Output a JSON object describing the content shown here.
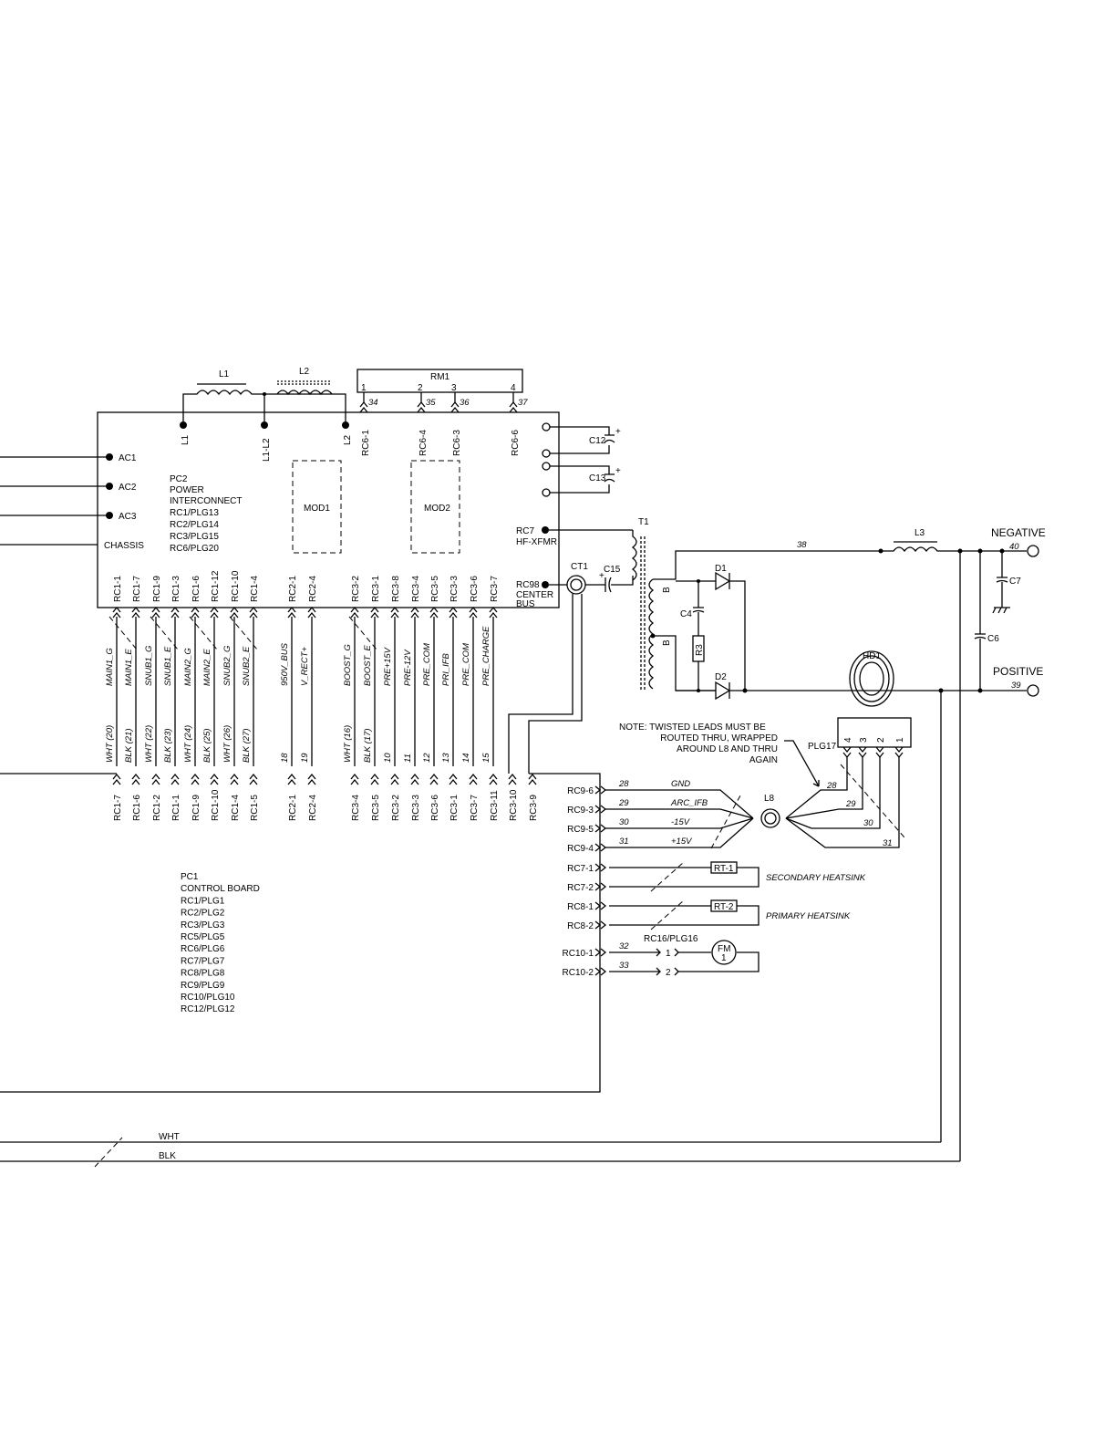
{
  "pc2": {
    "title": [
      "PC2",
      "POWER",
      "INTERCONNECT",
      "RC1/PLG13",
      "RC2/PLG14",
      "RC3/PLG15",
      "RC6/PLG20"
    ],
    "ac_labels": [
      "AC1",
      "AC2",
      "AC3",
      "CHASSIS"
    ],
    "top_labels": [
      "L1",
      "L1-L2",
      "L2",
      "RC6-1",
      "RC6-4",
      "RC6-3",
      "RC6-6"
    ],
    "rm1": {
      "label": "RM1",
      "pins": [
        "1",
        "2",
        "3",
        "4"
      ],
      "wires": [
        "34",
        "35",
        "36",
        "37"
      ]
    },
    "modules": [
      "MOD1",
      "MOD2"
    ],
    "right_labels": {
      "c12": "C12",
      "c13": "C13",
      "rc7": "RC7",
      "hf": "HF-XFMR",
      "rc98": "RC98",
      "center": "CENTER",
      "bus": "BUS"
    },
    "bottom_connectors": [
      "RC1-1",
      "RC1-7",
      "RC1-9",
      "RC1-3",
      "RC1-6",
      "RC1-12",
      "RC1-10",
      "RC1-4",
      "RC2-1",
      "RC2-4",
      "RC3-2",
      "RC3-1",
      "RC3-8",
      "RC3-4",
      "RC3-5",
      "RC3-3",
      "RC3-6",
      "RC3-7"
    ]
  },
  "inductors": {
    "l1": "L1",
    "l2": "L2",
    "l3": "L3",
    "l8": "L8"
  },
  "signals": [
    "MAIN1_G",
    "MAIN1_E",
    "SNUB1_G",
    "SNUB1_E",
    "MAIN2_G",
    "MAIN2_E",
    "SNUB2_G",
    "SNUB2_E",
    "950V_BUS",
    "V_RECT+",
    "BOOST_G",
    "BOOST_E",
    "PRE+15V",
    "PRE-12V",
    "PRE_COM",
    "PRI_IFB",
    "PRE_COM",
    "PRE_CHARGE"
  ],
  "wire_ids": [
    "WHT (20)",
    "BLK (21)",
    "WHT (22)",
    "BLK (23)",
    "WHT (24)",
    "BLK (25)",
    "WHT (26)",
    "BLK (27)",
    "18",
    "19",
    "WHT (16)",
    "BLK (17)",
    "10",
    "11",
    "12",
    "13",
    "14",
    "15"
  ],
  "pc1": {
    "connectors": [
      "RC1-7",
      "RC1-6",
      "RC1-2",
      "RC1-1",
      "RC1-9",
      "RC1-10",
      "RC1-4",
      "RC1-5",
      "RC2-1",
      "RC2-4",
      "RC3-4",
      "RC3-5",
      "RC3-2",
      "RC3-3",
      "RC3-6",
      "RC3-1",
      "RC3-7",
      "RC3-11",
      "RC3-10",
      "RC3-9"
    ],
    "title": [
      "PC1",
      "CONTROL BOARD",
      "RC1/PLG1",
      "RC2/PLG2",
      "RC3/PLG3",
      "RC5/PLG5",
      "RC6/PLG6",
      "RC7/PLG7",
      "RC8/PLG8",
      "RC9/PLG9",
      "RC10/PLG10",
      "RC12/PLG12"
    ],
    "rc9": [
      {
        "pin": "RC9-6",
        "wire": "28",
        "signal": "GND"
      },
      {
        "pin": "RC9-3",
        "wire": "29",
        "signal": "ARC_IFB"
      },
      {
        "pin": "RC9-5",
        "wire": "30",
        "signal": "-15V"
      },
      {
        "pin": "RC9-4",
        "wire": "31",
        "signal": "+15V"
      }
    ],
    "rc7": [
      "RC7-1",
      "RC7-2"
    ],
    "rc8": [
      "RC8-1",
      "RC8-2"
    ],
    "rc10": [
      {
        "pin": "RC10-1",
        "wire": "32"
      },
      {
        "pin": "RC10-2",
        "wire": "33"
      }
    ]
  },
  "output": {
    "t1": "T1",
    "ct1": "CT1",
    "c15": "C15",
    "b": "B",
    "c4": "C4",
    "r3": "R3",
    "d1": "D1",
    "d2": "D2",
    "c6": "C6",
    "c7": "C7",
    "negative": "NEGATIVE",
    "negative_wire": "40",
    "positive": "POSITIVE",
    "positive_wire": "39",
    "wire38": "38",
    "hd1": "HD1",
    "plg17": "PLG17",
    "plg17_pins": [
      "4",
      "3",
      "2",
      "1"
    ],
    "plg17_wires": [
      "28",
      "29",
      "30",
      "31"
    ]
  },
  "note": [
    "NOTE:  TWISTED LEADS MUST BE",
    "ROUTED THRU, WRAPPED",
    "AROUND L8 AND THRU",
    "AGAIN"
  ],
  "sensors": {
    "rt1": "RT-1",
    "rt2": "RT-2",
    "secondary": "SECONDARY HEATSINK",
    "primary": "PRIMARY HEATSINK"
  },
  "fan": {
    "plug": "RC16/PLG16",
    "pins": [
      "1",
      "2"
    ],
    "fm": "FM",
    "fm_num": "1"
  },
  "bottom_wires": [
    "WHT",
    "BLK"
  ],
  "plus": "+"
}
